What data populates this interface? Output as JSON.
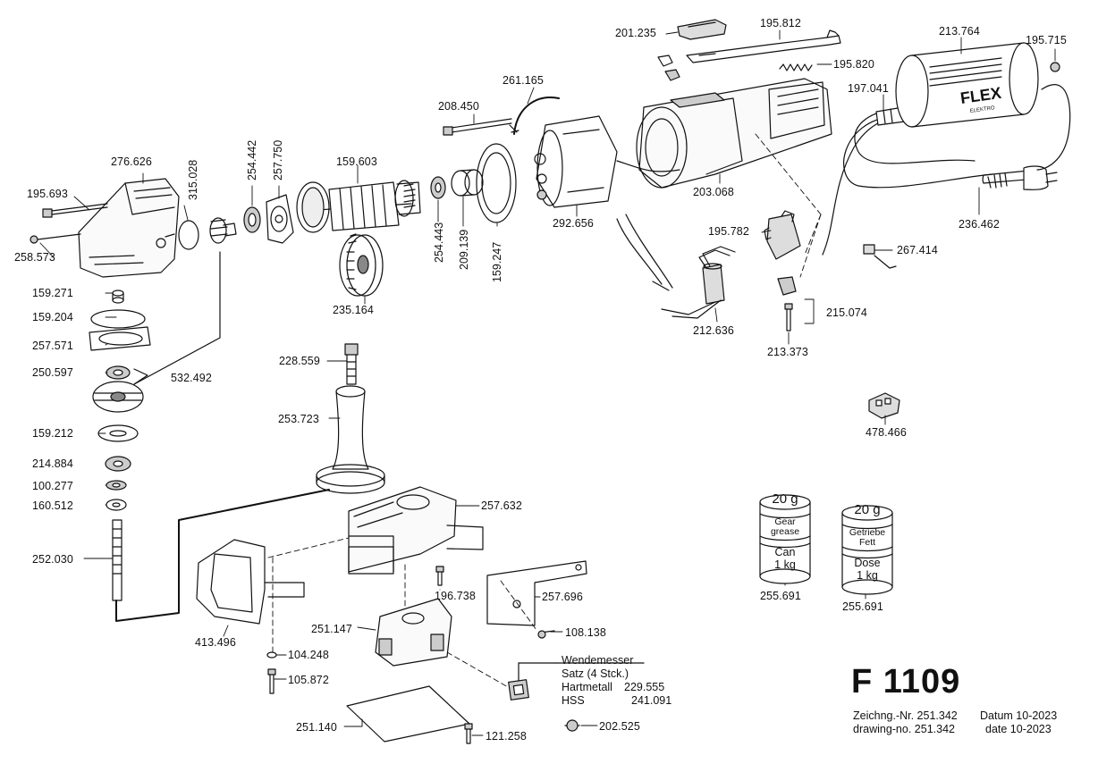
{
  "parts": [
    {
      "id": "p-201-235",
      "num": "201.235"
    },
    {
      "id": "p-195-812",
      "num": "195.812"
    },
    {
      "id": "p-195-820",
      "num": "195.820"
    },
    {
      "id": "p-213-764",
      "num": "213.764"
    },
    {
      "id": "p-195-715",
      "num": "195.715"
    },
    {
      "id": "p-197-041",
      "num": "197.041"
    },
    {
      "id": "p-261-165",
      "num": "261.165"
    },
    {
      "id": "p-208-450",
      "num": "208.450"
    },
    {
      "id": "p-276-626",
      "num": "276.626"
    },
    {
      "id": "p-159-603",
      "num": "159.603"
    },
    {
      "id": "p-195-693",
      "num": "195.693"
    },
    {
      "id": "p-258-573",
      "num": "258.573"
    },
    {
      "id": "p-292-656",
      "num": "292.656"
    },
    {
      "id": "p-203-068",
      "num": "203.068"
    },
    {
      "id": "p-236-462",
      "num": "236.462"
    },
    {
      "id": "p-195-782",
      "num": "195.782"
    },
    {
      "id": "p-267-414",
      "num": "267.414"
    },
    {
      "id": "p-235-164",
      "num": "235.164"
    },
    {
      "id": "p-159-271",
      "num": "159.271"
    },
    {
      "id": "p-159-204",
      "num": "159.204"
    },
    {
      "id": "p-215-074",
      "num": "215.074"
    },
    {
      "id": "p-212-636",
      "num": "212.636"
    },
    {
      "id": "p-257-571",
      "num": "257.571"
    },
    {
      "id": "p-213-373",
      "num": "213.373"
    },
    {
      "id": "p-228-559",
      "num": "228.559"
    },
    {
      "id": "p-250-597",
      "num": "250.597"
    },
    {
      "id": "p-532-492",
      "num": "532.492"
    },
    {
      "id": "p-253-723",
      "num": "253.723"
    },
    {
      "id": "p-159-212",
      "num": "159.212"
    },
    {
      "id": "p-478-466",
      "num": "478.466"
    },
    {
      "id": "p-214-884",
      "num": "214.884"
    },
    {
      "id": "p-100-277",
      "num": "100.277"
    },
    {
      "id": "p-160-512",
      "num": "160.512"
    },
    {
      "id": "p-257-632",
      "num": "257.632"
    },
    {
      "id": "p-252-030",
      "num": "252.030"
    },
    {
      "id": "p-257-696",
      "num": "257.696"
    },
    {
      "id": "p-196-738",
      "num": "196.738"
    },
    {
      "id": "p-251-147",
      "num": "251.147"
    },
    {
      "id": "p-108-138",
      "num": "108.138"
    },
    {
      "id": "p-413-496",
      "num": "413.496"
    },
    {
      "id": "p-104-248",
      "num": "104.248"
    },
    {
      "id": "p-105-872",
      "num": "105.872"
    },
    {
      "id": "p-251-140",
      "num": "251.140"
    },
    {
      "id": "p-121-258",
      "num": "121.258"
    },
    {
      "id": "p-202-525",
      "num": "202.525"
    }
  ],
  "vertical_parts": [
    {
      "id": "p-315-028",
      "num": "315.028"
    },
    {
      "id": "p-254-442-a",
      "num": "254.442"
    },
    {
      "id": "p-257-750",
      "num": "257.750"
    },
    {
      "id": "p-254-443",
      "num": "254.443"
    },
    {
      "id": "p-209-139",
      "num": "209.139"
    },
    {
      "id": "p-159-247",
      "num": "159.247"
    }
  ],
  "knives": {
    "title": "Wendemesser",
    "line1": "Satz  (4 Stck.)",
    "line2_label": "Hartmetall",
    "line2_num": "229.555",
    "line3_label": "HSS",
    "line3_num": "241.091"
  },
  "cans": [
    {
      "weight": "20 g",
      "upper1": "Gear",
      "upper2": "grease",
      "lower1": "Can",
      "lower2": "1 kg",
      "num": "255.691"
    },
    {
      "weight": "20 g",
      "upper1": "Getriebe",
      "upper2": "Fett",
      "lower1": "Dose",
      "lower2": "1 kg",
      "num": "255.691"
    }
  ],
  "brand": {
    "logo": "FLEX",
    "sub": "ELEKTRO"
  },
  "model": "F 1109",
  "footer": {
    "de_label": "Zeichng.-Nr. 251.342",
    "de_date": "Datum 10-2023",
    "en_label": "drawing-no. 251.342",
    "en_date": "date 10-2023"
  }
}
